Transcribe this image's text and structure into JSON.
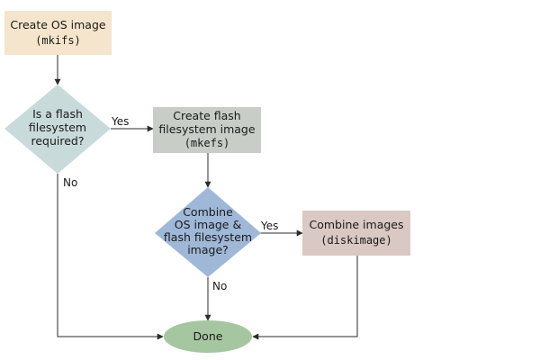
{
  "colors": {
    "create_os": "#f4e5cc",
    "decision_flash": "#c9dadb",
    "create_flash": "#c8cdc8",
    "decision_combine": "#9fb8d8",
    "combine_images": "#d9c8c3",
    "done": "#a5c6a0",
    "edge": "#2b2b2b"
  },
  "nodes": {
    "create_os": {
      "line1": "Create OS image",
      "cmd": "(mkifs)"
    },
    "flash_required": {
      "line1": "Is a flash",
      "line2": "filesystem",
      "line3": "required?"
    },
    "create_flash": {
      "line1": "Create flash",
      "line2": "filesystem image",
      "cmd": "(mkefs)"
    },
    "combine_question": {
      "line1": "Combine",
      "line2": "OS image &",
      "line3": "flash filesystem",
      "line4": "image?"
    },
    "combine_images": {
      "line1": "Combine images",
      "cmd": "(diskimage)"
    },
    "done": {
      "label": "Done"
    }
  },
  "edges": {
    "flash_yes": "Yes",
    "flash_no": "No",
    "combine_yes": "Yes",
    "combine_no": "No"
  }
}
